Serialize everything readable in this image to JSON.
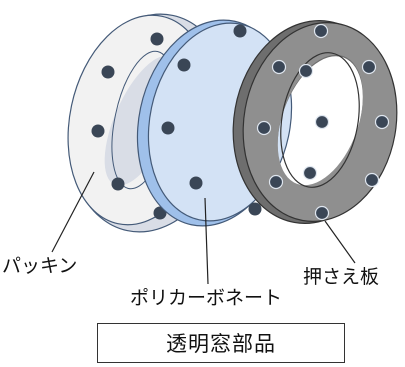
{
  "diagram": {
    "parts": [
      {
        "id": "gasket",
        "label": "パッキン"
      },
      {
        "id": "polycarbonate",
        "label": "ポリカーボネート"
      },
      {
        "id": "pressure-plate",
        "label": "押さえ板"
      }
    ],
    "caption": "透明窓部品"
  },
  "colors": {
    "gasket_face": "#f2f2f2",
    "gasket_rim": "#d9dde6",
    "polycarbonate_face": "#d3e2f5",
    "polycarbonate_rim": "#9fc0ea",
    "plate_face": "#8f8f8f",
    "plate_rim": "#6e6e6e",
    "bolt_hole": "#3a4656",
    "outline": "#445a78"
  }
}
